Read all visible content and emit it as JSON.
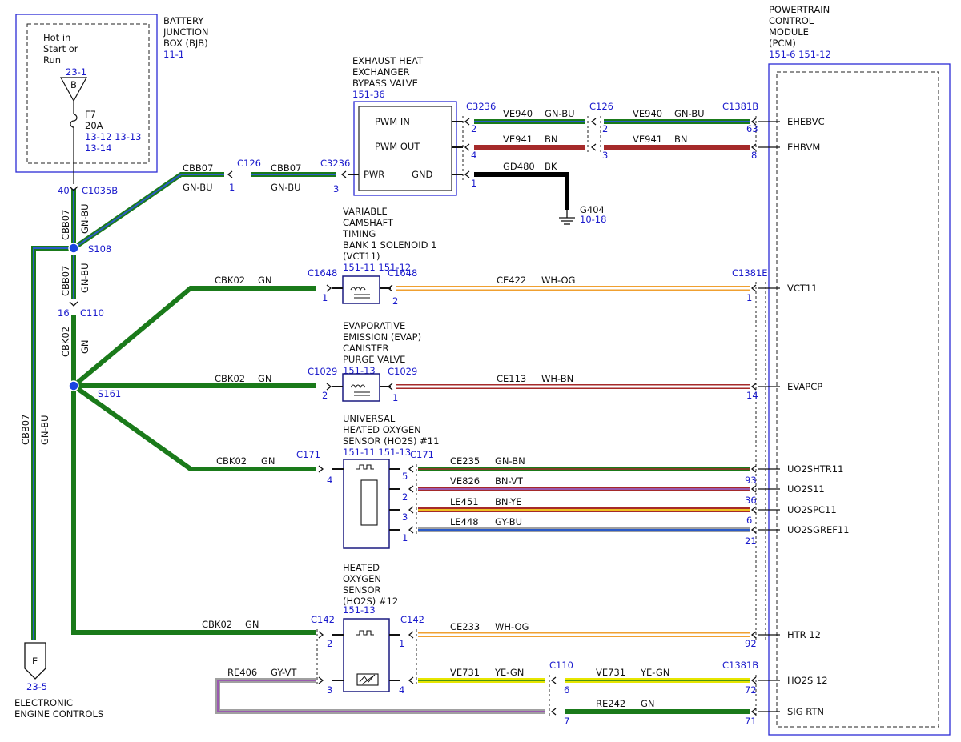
{
  "colors": {
    "GN": "#1a7a1a",
    "BU": "#2a5ac8",
    "BN": "#a52a2a",
    "WH": "#ffffff",
    "OG": "#f0a030",
    "VT": "#9a5ab0",
    "YE": "#e6e600",
    "GY": "#a0a0a0",
    "BK": "#000000",
    "outline": "#333333",
    "blue": "#1a1acc"
  },
  "bjb": {
    "title_lines": [
      "BATTERY",
      "JUNCTION",
      "BOX (BJB)"
    ],
    "ref": "11-1",
    "hot_lines": [
      "Hot in",
      "Start or",
      "Run"
    ],
    "source_ref": "23-1",
    "source_letter": "B",
    "fuse_name": "F7",
    "fuse_rating": "20A",
    "fuse_refs": [
      "13-12  13-13",
      "13-14"
    ]
  },
  "pcm": {
    "title_lines": [
      "POWERTRAIN",
      "CONTROL",
      "MODULE",
      "(PCM)"
    ],
    "refs": "151-6   151-12",
    "pins": [
      "EHEBVC",
      "EHBVM",
      "VCT11",
      "EVAPCP",
      "UO2SHTR11",
      "UO2S11",
      "UO2SPC11",
      "UO2SGREF11",
      "HTR 12",
      "HO2S 12",
      "SIG RTN"
    ]
  },
  "ehx": {
    "title_lines": [
      "EXHAUST HEAT",
      "EXCHANGER",
      "BYPASS VALVE"
    ],
    "ref": "151-36",
    "labels": {
      "pwm_in": "PWM IN",
      "pwm_out": "PWM OUT",
      "pwr": "PWR",
      "gnd": "GND"
    }
  },
  "vct": {
    "title_lines": [
      "VARIABLE",
      "CAMSHAFT",
      "TIMING",
      "BANK 1 SOLENOID 1",
      "(VCT11)"
    ],
    "refs": "151-11  151-12"
  },
  "evap": {
    "title_lines": [
      "EVAPORATIVE",
      "EMISSION (EVAP)",
      "CANISTER",
      "PURGE VALVE"
    ],
    "ref": "151-13"
  },
  "ho2s11": {
    "title_lines": [
      "UNIVERSAL",
      "HEATED OXYGEN",
      "SENSOR (HO2S) #11"
    ],
    "refs": "151-11  151-13"
  },
  "ho2s12": {
    "title_lines": [
      "HEATED",
      "OXYGEN",
      "SENSOR",
      "(HO2S) #12"
    ],
    "ref": "151-13"
  },
  "eec": {
    "letter": "E",
    "ref": "23-5",
    "title_lines": [
      "ELECTRONIC",
      "ENGINE CONTROLS"
    ]
  },
  "ground": {
    "name": "G404",
    "ref": "10-18"
  },
  "splices": {
    "s108": "S108",
    "s161": "S161"
  },
  "connectors": {
    "c1035b": {
      "name": "C1035B",
      "pin": "40"
    },
    "c110_top": {
      "name": "C110",
      "pin": "16"
    },
    "c126_left": {
      "name": "C126",
      "pin": "1"
    },
    "c3236_pwr": {
      "name": "C3236",
      "pin": "3"
    },
    "c3236_right": {
      "name": "C3236",
      "pins": [
        "2",
        "4",
        "1"
      ]
    },
    "c126_right": {
      "name": "C126",
      "pins": [
        "2",
        "3"
      ]
    },
    "c1381b_top": {
      "name": "C1381B",
      "pins": [
        "63",
        "8"
      ]
    },
    "c1648_l": {
      "name": "C1648",
      "pin": "1"
    },
    "c1648_r": {
      "name": "C1648",
      "pin": "2"
    },
    "c1381e": {
      "name": "C1381E",
      "pin": "1"
    },
    "c1029_l": {
      "name": "C1029",
      "pin": "2"
    },
    "c1029_r": {
      "name": "C1029",
      "pin": "1"
    },
    "pcm_evap_pin": "14",
    "c171_l": {
      "name": "C171",
      "pin": "4"
    },
    "c171_r": {
      "name": "C171",
      "pins": [
        "5",
        "2",
        "3",
        "1"
      ]
    },
    "pcm_ho2s11_pins": [
      "93",
      "36",
      "6",
      "21"
    ],
    "c142_l": {
      "name": "C142",
      "pins": [
        "2",
        "3"
      ]
    },
    "c142_r": {
      "name": "C142",
      "pins": [
        "1",
        "4"
      ]
    },
    "pcm_htr12_pin": "92",
    "c110_bottom": {
      "name": "C110",
      "pins": [
        "6",
        "7"
      ]
    },
    "c1381b_bottom": {
      "name": "C1381B",
      "pins": [
        "72",
        "71"
      ]
    }
  },
  "wires": {
    "cbb07": {
      "circuit": "CBB07",
      "color": "GN-BU"
    },
    "cbk02": {
      "circuit": "CBK02",
      "color": "GN"
    },
    "ve940": {
      "circuit": "VE940",
      "color": "GN-BU"
    },
    "ve941": {
      "circuit": "VE941",
      "color": "BN"
    },
    "gd480": {
      "circuit": "GD480",
      "color": "BK"
    },
    "ce422": {
      "circuit": "CE422",
      "color": "WH-OG"
    },
    "ce113": {
      "circuit": "CE113",
      "color": "WH-BN"
    },
    "ce235": {
      "circuit": "CE235",
      "color": "GN-BN"
    },
    "ve826": {
      "circuit": "VE826",
      "color": "BN-VT"
    },
    "le451": {
      "circuit": "LE451",
      "color": "BN-YE"
    },
    "le448": {
      "circuit": "LE448",
      "color": "GY-BU"
    },
    "ce233": {
      "circuit": "CE233",
      "color": "WH-OG"
    },
    "ve731": {
      "circuit": "VE731",
      "color": "YE-GN"
    },
    "re406": {
      "circuit": "RE406",
      "color": "GY-VT"
    },
    "re242": {
      "circuit": "RE242",
      "color": "GN"
    }
  }
}
